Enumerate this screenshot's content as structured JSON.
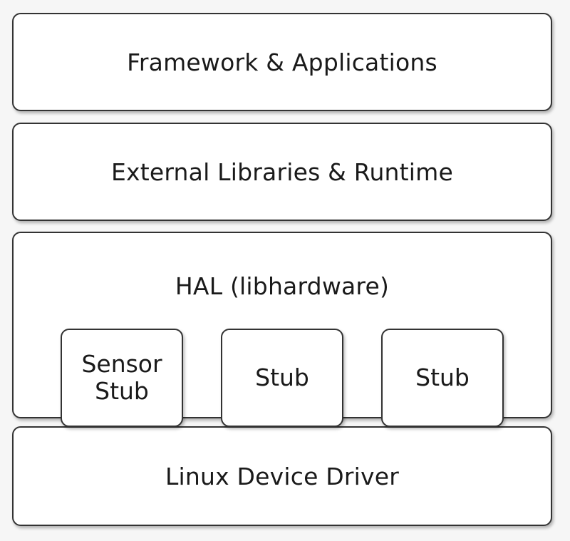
{
  "layers": {
    "framework": "Framework & Applications",
    "libraries": "External Libraries & Runtime",
    "hal": "HAL (libhardware)",
    "driver": "Linux Device Driver"
  },
  "stubs": [
    "Sensor\nStub",
    "Stub",
    "Stub"
  ],
  "colors": {
    "background": "#f6f6f6",
    "box_fill": "#ffffff",
    "border": "#333333",
    "text": "#1a1a1a"
  }
}
